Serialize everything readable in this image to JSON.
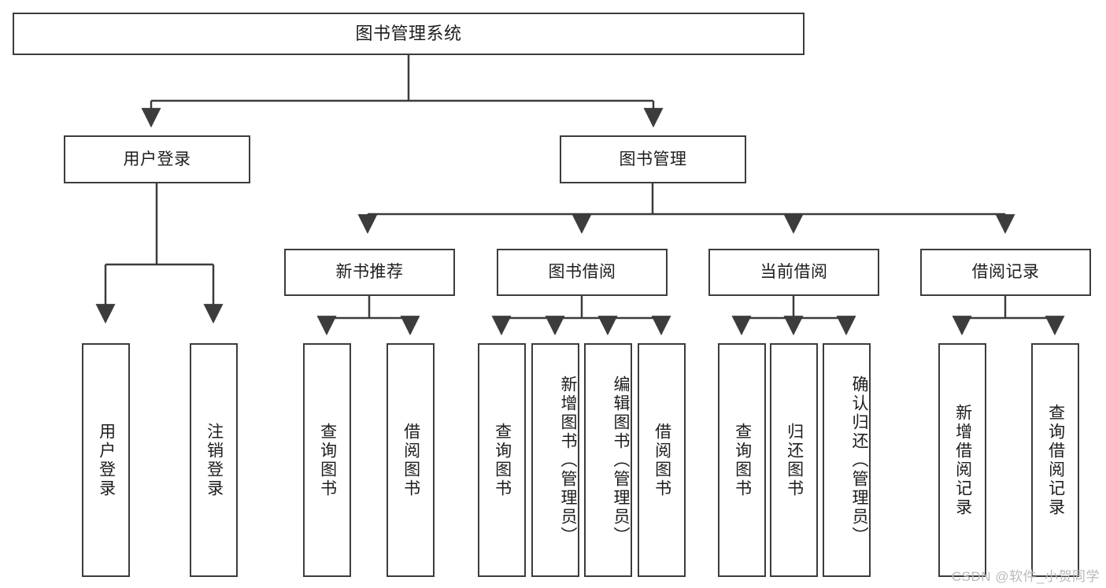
{
  "diagram": {
    "title": "图书管理系统",
    "type": "tree-hierarchy-diagram",
    "colors": {
      "stroke": "#3c3c3c",
      "fill": "#ffffff",
      "text": "#1d1d1d",
      "watermark": "#b9b9b9",
      "background": "#ffffff"
    },
    "watermark": "CSDN @软件_小贺同学"
  },
  "nodes": {
    "root": {
      "label": "图书管理系统"
    },
    "level2": [
      {
        "id": "user-login",
        "label": "用户登录"
      },
      {
        "id": "book-manage",
        "label": "图书管理"
      }
    ],
    "level3": [
      {
        "id": "new-book-recommend",
        "label": "新书推荐"
      },
      {
        "id": "book-borrow",
        "label": "图书借阅"
      },
      {
        "id": "current-borrow",
        "label": "当前借阅"
      },
      {
        "id": "borrow-record",
        "label": "借阅记录"
      }
    ],
    "leaves": {
      "user-login": [
        {
          "id": "leaf-user-login",
          "label": "用户登录"
        },
        {
          "id": "leaf-logout-login",
          "label": "注销登录"
        }
      ],
      "new-book-recommend": [
        {
          "id": "leaf-query-book-1",
          "label": "查询图书"
        },
        {
          "id": "leaf-borrow-book-1",
          "label": "借阅图书"
        }
      ],
      "book-borrow": [
        {
          "id": "leaf-query-book-2",
          "label": "查询图书"
        },
        {
          "id": "leaf-add-book-admin",
          "label": "新增图书（管理员）"
        },
        {
          "id": "leaf-edit-book-admin",
          "label": "编辑图书（管理员）"
        },
        {
          "id": "leaf-borrow-book-2",
          "label": "借阅图书"
        }
      ],
      "current-borrow": [
        {
          "id": "leaf-query-book-3",
          "label": "查询图书"
        },
        {
          "id": "leaf-return-book",
          "label": "归还图书"
        },
        {
          "id": "leaf-confirm-return-admin",
          "label": "确认归还（管理员）"
        }
      ],
      "borrow-record": [
        {
          "id": "leaf-add-borrow-record",
          "label": "新增借阅记录"
        },
        {
          "id": "leaf-query-borrow-record",
          "label": "查询借阅记录"
        }
      ]
    }
  }
}
